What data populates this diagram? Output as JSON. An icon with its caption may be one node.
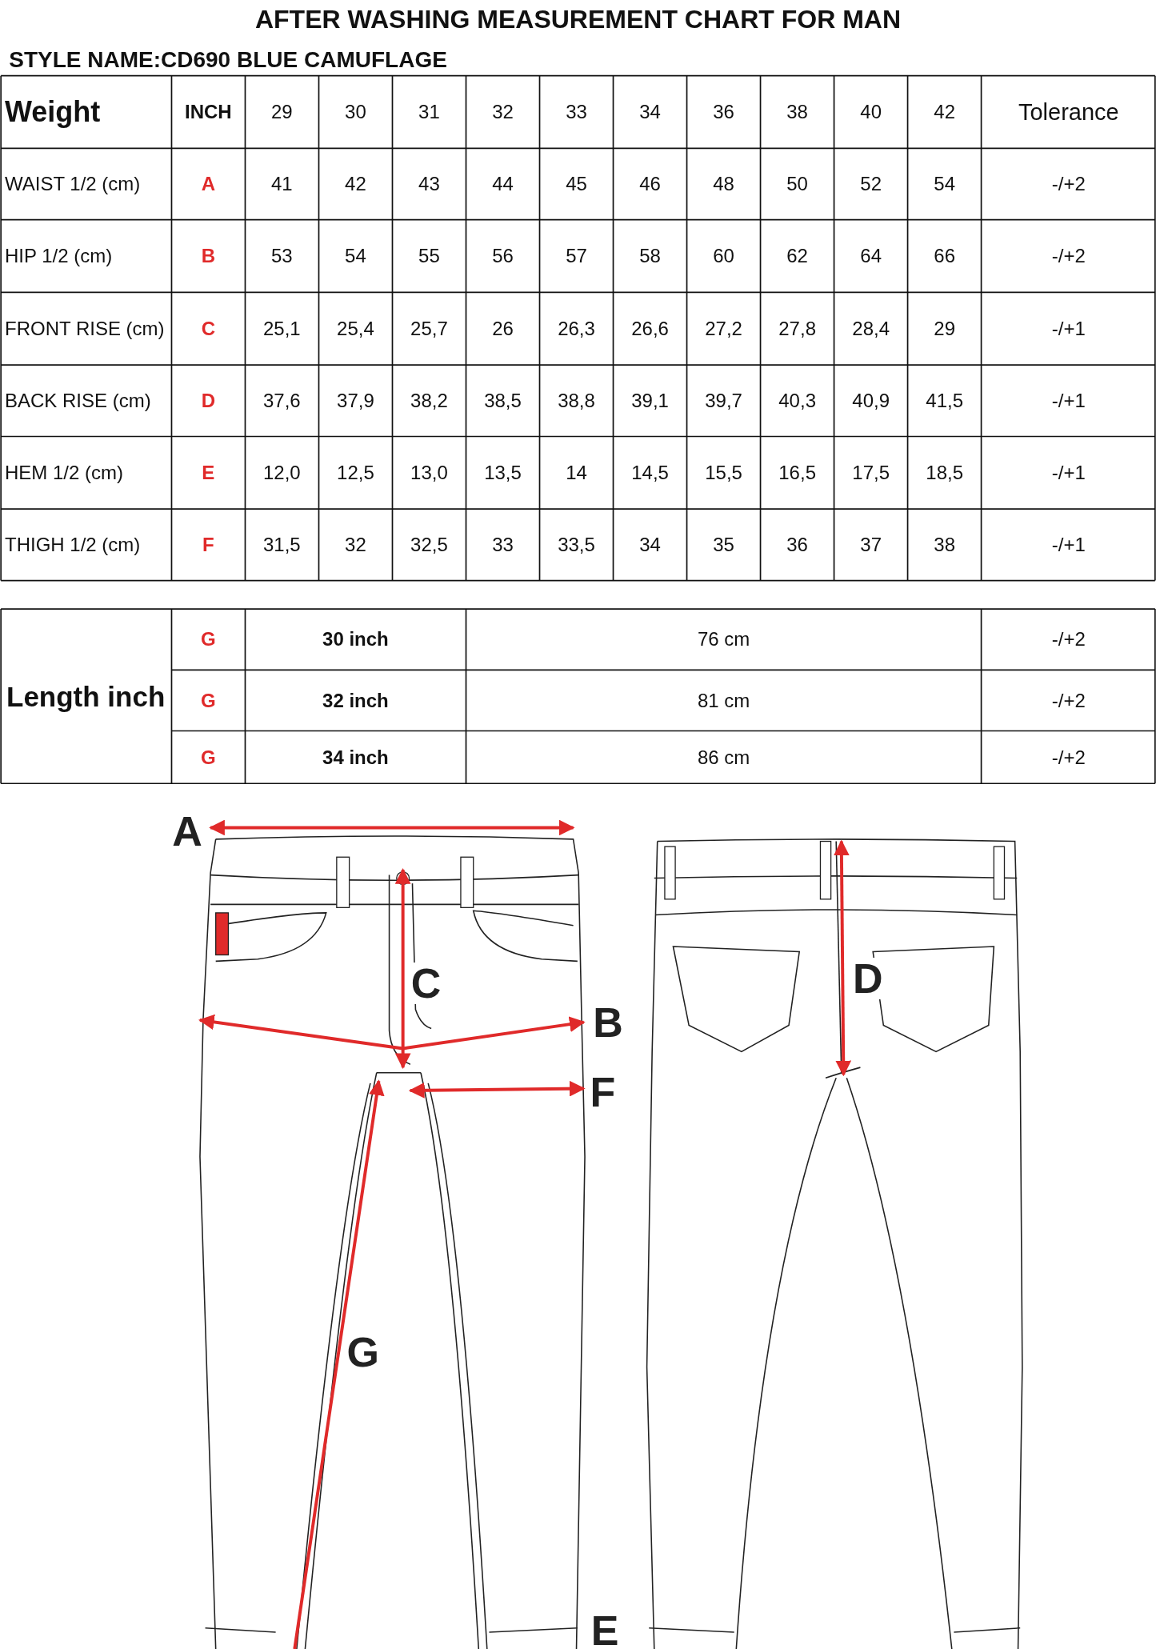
{
  "diagram": {
    "title": "AFTER WASHING MEASUREMENT CHART FOR MAN",
    "labels": [
      "STYLE NAME:CD690 BLUE CAMUFLAGE",
      "Weight",
      "INCH",
      "29",
      "30",
      "31",
      "32",
      "33",
      "34",
      "36",
      "38",
      "40",
      "42",
      "Tolerance",
      "WAIST 1/2 (cm)",
      "A",
      "41",
      "42",
      "43",
      "44",
      "45",
      "46",
      "48",
      "50",
      "52",
      "54",
      "-/+2",
      "HIP 1/2 (cm)",
      "B",
      "53",
      "54",
      "55",
      "56",
      "57",
      "58",
      "60",
      "62",
      "64",
      "66",
      "-/+2",
      "FRONT RISE (cm)",
      "C",
      "25,1",
      "25,4",
      "25,7",
      "26",
      "26,3",
      "26,6",
      "27,2",
      "27,8",
      "28,4",
      "29",
      "-/+1",
      "BACK RISE (cm)",
      "D",
      "37,6",
      "37,9",
      "38,2",
      "38,5",
      "38,8",
      "39,1",
      "39,7",
      "40,3",
      "40,9",
      "41,5",
      "-/+1",
      "HEM 1/2 (cm)",
      "E",
      "12,0",
      "12,5",
      "13,0",
      "13,5",
      "14",
      "14,5",
      "15,5",
      "16,5",
      "17,5",
      "18,5",
      "-/+1",
      "THIGH 1/2 (cm)",
      "F",
      "31,5",
      "32",
      "32,5",
      "33",
      "33,5",
      "34",
      "35",
      "36",
      "37",
      "38",
      "-/+1",
      "Length inch",
      "G",
      "30 inch",
      "76 cm",
      "-/+2",
      "G",
      "32 inch",
      "81 cm",
      "-/+2",
      "G",
      "34 inch",
      "86 cm",
      "-/+2",
      "A",
      "C",
      "D",
      "B",
      "F",
      "G",
      "E"
    ]
  }
}
